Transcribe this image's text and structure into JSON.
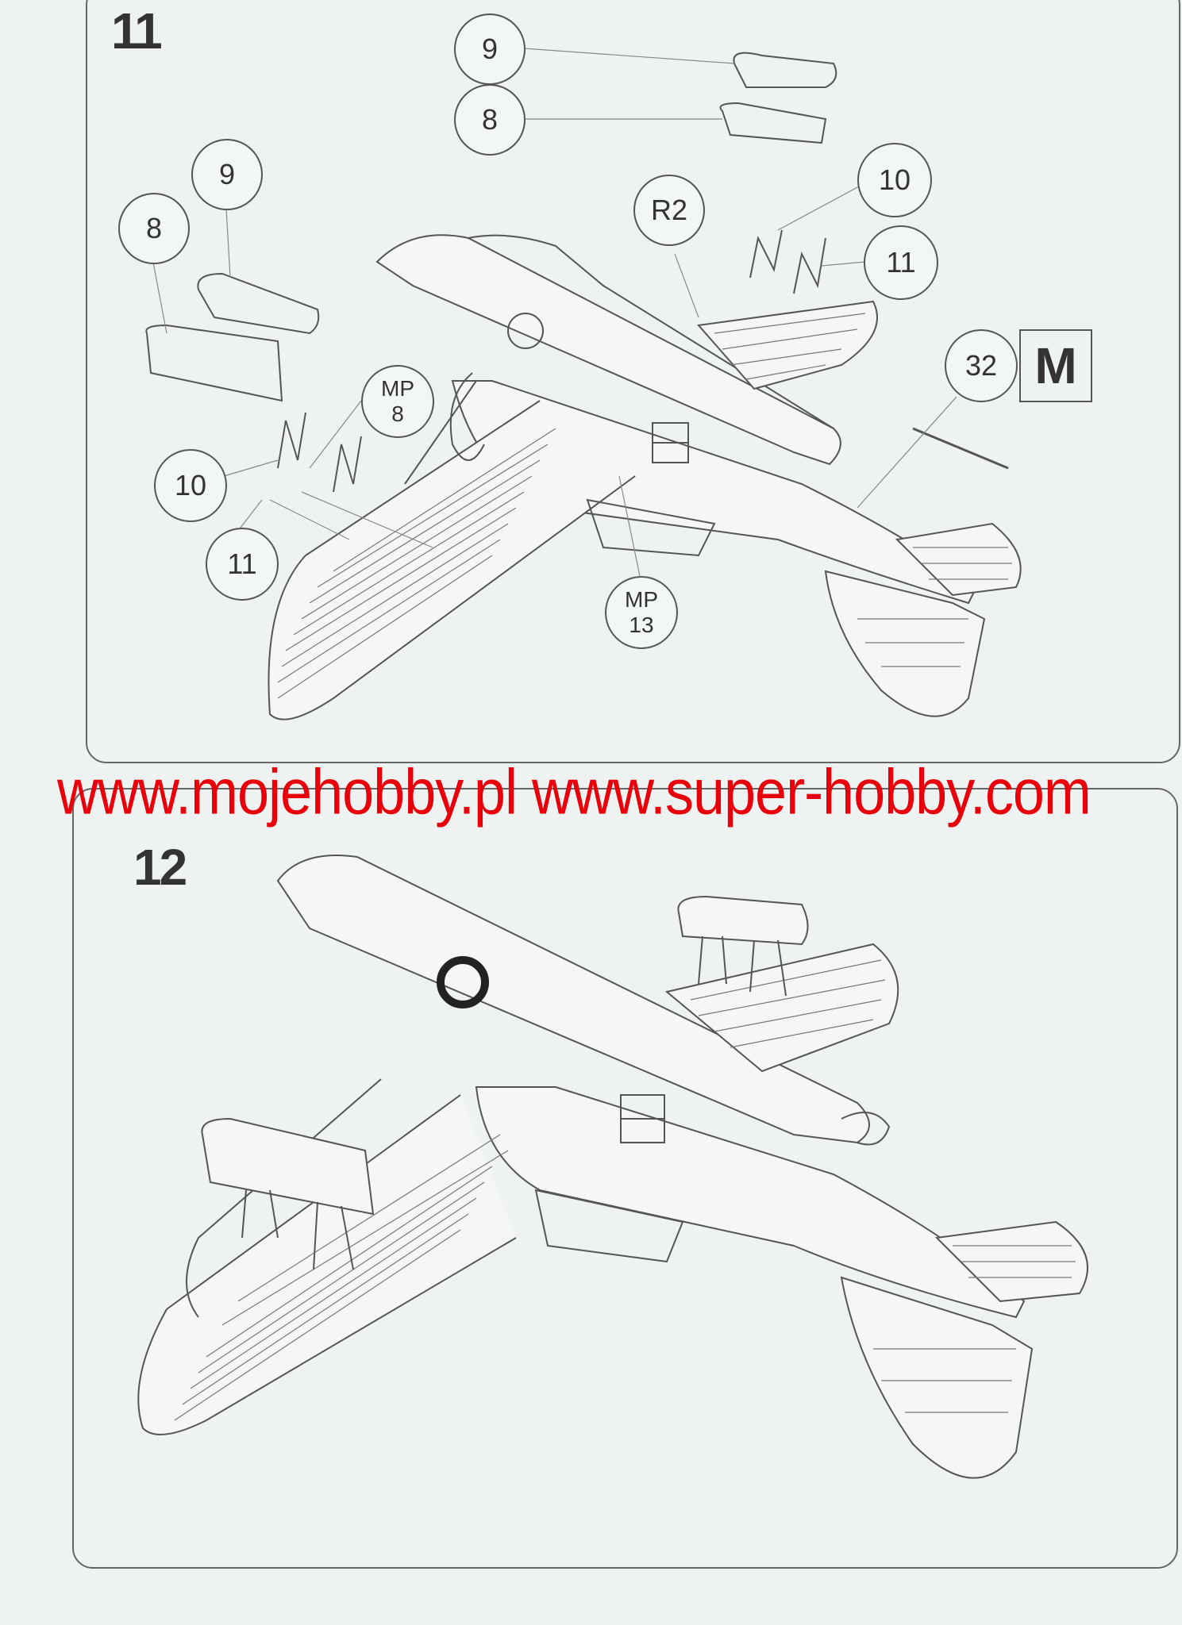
{
  "steps": [
    {
      "number": "11",
      "callouts": {
        "c9_top": "9",
        "c8_top": "8",
        "c9_left": "9",
        "c8_left": "8",
        "r2": "R2",
        "c10_right": "10",
        "c11_right": "11",
        "c32": "32",
        "mp8_a": "MP",
        "mp8_b": "8",
        "c10_left": "10",
        "c11_left": "11",
        "mp13_a": "MP",
        "mp13_b": "13"
      },
      "material_box": "M"
    },
    {
      "number": "12"
    }
  ],
  "watermark": "www.mojehobby.pl www.super-hobby.com",
  "colors": {
    "watermark": "#e8000a",
    "line": "#555555",
    "background": "#eef3f1"
  }
}
